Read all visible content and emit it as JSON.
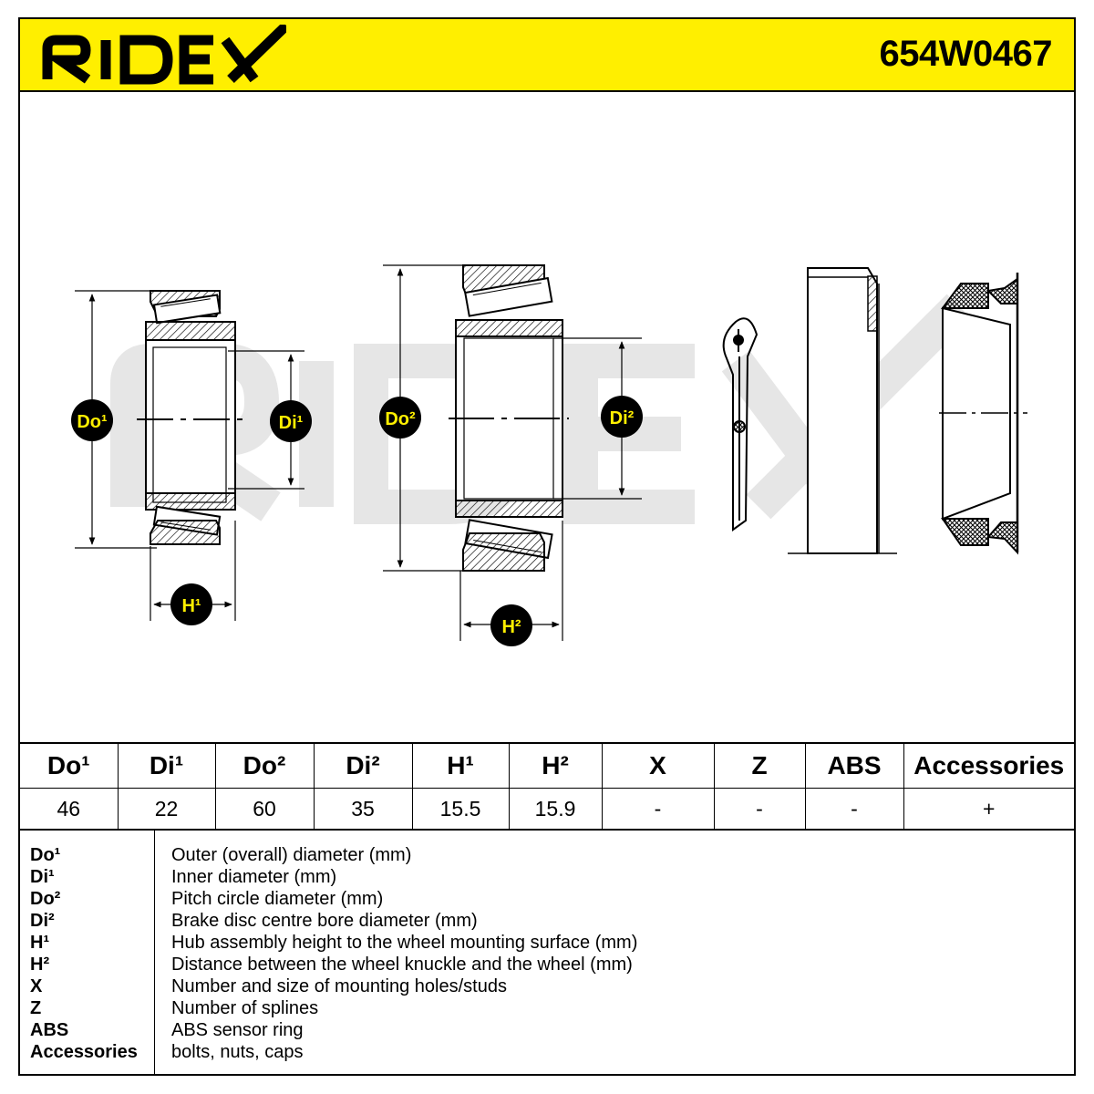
{
  "header": {
    "brand": "RIDEX",
    "part_number": "654W0467"
  },
  "drawing": {
    "labels": {
      "do1": "Do¹",
      "di1": "Di¹",
      "h1": "H¹",
      "do2": "Do²",
      "di2": "Di²",
      "h2": "H²"
    },
    "watermark": "RIDEX",
    "colors": {
      "badge_bg": "#000000",
      "badge_text": "#ffef00",
      "header_bg": "#ffef00",
      "watermark": "#e6e6e6"
    }
  },
  "spec_table": {
    "headers": [
      "Do¹",
      "Di¹",
      "Do²",
      "Di²",
      "H¹",
      "H²",
      "X",
      "Z",
      "ABS",
      "Accessories"
    ],
    "values": [
      "46",
      "22",
      "60",
      "35",
      "15.5",
      "15.9",
      "-",
      "-",
      "-",
      "+"
    ]
  },
  "legend": [
    {
      "key": "Do¹",
      "desc": "Outer (overall) diameter (mm)"
    },
    {
      "key": "Di¹",
      "desc": "Inner diameter (mm)"
    },
    {
      "key": "Do²",
      "desc": "Pitch circle diameter (mm)"
    },
    {
      "key": "Di²",
      "desc": "Brake disc centre bore diameter (mm)"
    },
    {
      "key": "H¹",
      "desc": "Hub assembly height to the wheel mounting surface (mm)"
    },
    {
      "key": "H²",
      "desc": "Distance between the wheel knuckle and the wheel (mm)"
    },
    {
      "key": "X",
      "desc": "Number and size of mounting holes/studs"
    },
    {
      "key": "Z",
      "desc": "Number of splines"
    },
    {
      "key": "ABS",
      "desc": "ABS sensor ring"
    },
    {
      "key": "Accessories",
      "desc": "bolts, nuts, caps"
    }
  ]
}
